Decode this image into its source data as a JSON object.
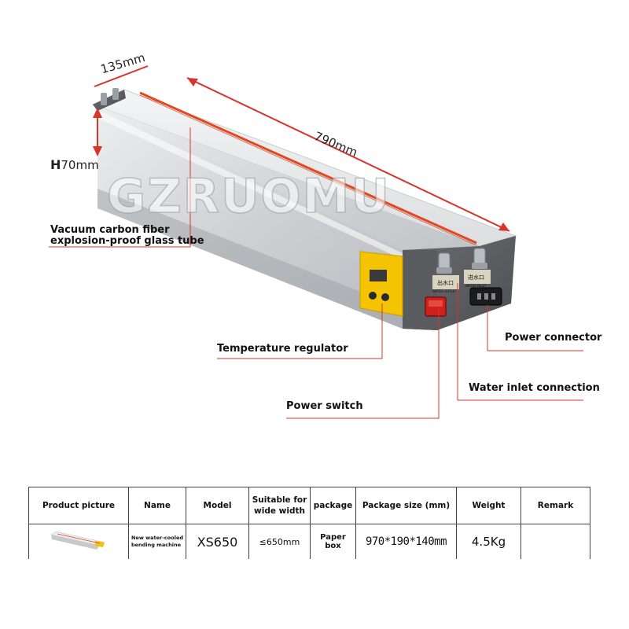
{
  "watermark": "GZRUOMU",
  "dimensions": {
    "width": "135mm",
    "length": "790mm",
    "height_prefix": "H",
    "height": "70mm"
  },
  "callouts": {
    "tube_line1": "Vacuum carbon fiber",
    "tube_line2": "explosion-proof glass tube",
    "temperature_regulator": "Temperature regulator",
    "power_switch": "Power switch",
    "power_connector": "Power connector",
    "water_inlet": "Water inlet connection"
  },
  "end_panel_labels": {
    "outlet_cn": "出水口",
    "outlet_en": "WATER OUTLET",
    "inlet_cn": "进水口",
    "inlet_en": "WATER INLET"
  },
  "table": {
    "headers": [
      "Product picture",
      "Name",
      "Model",
      "Suitable for wide width",
      "package",
      "Package size (mm)",
      "Weight",
      "Remark"
    ],
    "row": {
      "name": "New water-cooled bending machine",
      "model": "XS650",
      "width": "≤650mm",
      "package": "Paper box",
      "size": "970*190*140mm",
      "weight": "4.5Kg",
      "remark": ""
    }
  },
  "colors": {
    "body": "#dfe1e3",
    "end_cap": "#5b5d60",
    "heater_line": "#e2471f",
    "dimension_arrow": "#d8342b",
    "callout_line": "#d8342b",
    "switch": "#d0201c",
    "label_yellow": "#f4c400"
  }
}
